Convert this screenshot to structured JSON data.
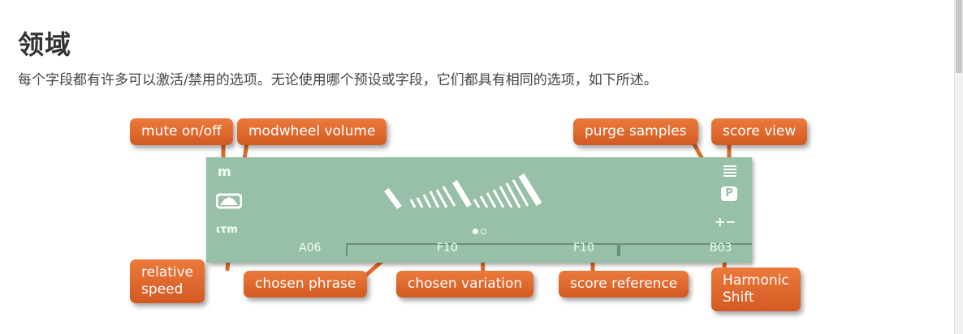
{
  "page": {
    "heading": "领域",
    "intro": "每个字段都有许多可以激活/禁用的选项。无论使用哪个预设或字段，它们都具有相同的选项，如下所述。"
  },
  "panel": {
    "mute_glyph": "m",
    "speed_glyph": "ιτm",
    "shift_glyph": "+−",
    "purge_glyph": "P",
    "refs": [
      "A06",
      "F10",
      "F10",
      "B03"
    ]
  },
  "callouts": {
    "mute": "mute on/off",
    "modwheel": "modwheel volume",
    "purge": "purge samples",
    "score_view": "score view",
    "relative_speed_1": "relative",
    "relative_speed_2": "speed",
    "phrase": "chosen phrase",
    "variation": "chosen variation",
    "score_reference": "score reference",
    "harmonic_1": "Harmonic",
    "harmonic_2": "Shift"
  },
  "colors": {
    "accent": "#e06a2c",
    "panel": "#98bfa7"
  }
}
